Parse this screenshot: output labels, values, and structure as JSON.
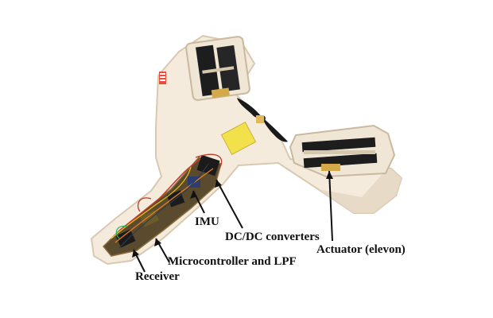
{
  "labels": {
    "imu": "IMU",
    "dcdc": "DC/DC converters",
    "actuator": "Actuator (elevon)",
    "microcontroller": "Microcontroller and LPF",
    "receiver": "Receiver"
  },
  "colors": {
    "background": "#ffffff",
    "airframe": "#f4ebdd",
    "airframe_edge": "#d8c9b1",
    "actuator_housing": "#efe6d6",
    "actuator_core": "#1d1d1d",
    "pcb_tape": "#f2e14a",
    "propeller": "#1a1a1a",
    "wires": "#c0392b",
    "label_text": "#111111"
  },
  "icons": [
    "propeller-icon",
    "actuator-icon",
    "circuit-board-icon"
  ]
}
